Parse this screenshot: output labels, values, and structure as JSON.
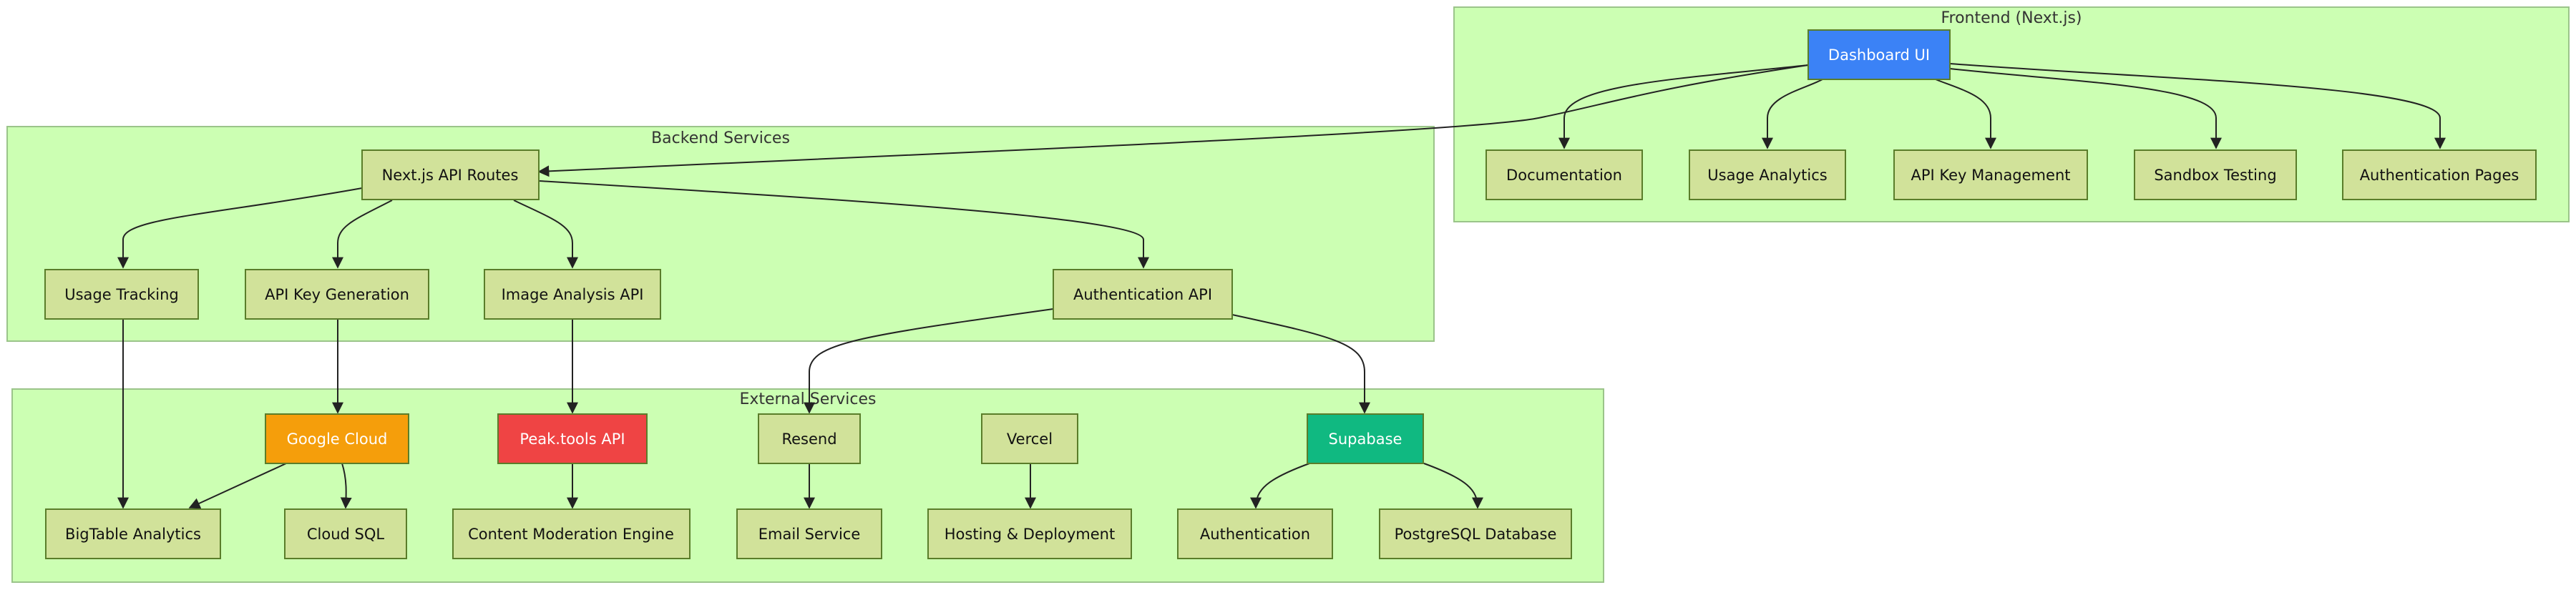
{
  "clusters": {
    "frontend": {
      "title": "Frontend (Next.js)"
    },
    "backend": {
      "title": "Backend Services"
    },
    "external": {
      "title": "External Services"
    }
  },
  "nodes": {
    "dashboard_ui": {
      "label": "Dashboard UI",
      "fill": "#3b82f6",
      "text_color": "#ffffff"
    },
    "documentation": {
      "label": "Documentation"
    },
    "usage_analytics": {
      "label": "Usage Analytics"
    },
    "api_key_management": {
      "label": "API Key Management"
    },
    "sandbox_testing": {
      "label": "Sandbox Testing"
    },
    "authentication_pages": {
      "label": "Authentication Pages"
    },
    "nextjs_api_routes": {
      "label": "Next.js API Routes"
    },
    "usage_tracking": {
      "label": "Usage Tracking"
    },
    "api_key_generation": {
      "label": "API Key Generation"
    },
    "image_analysis_api": {
      "label": "Image Analysis API"
    },
    "authentication_api": {
      "label": "Authentication API"
    },
    "google_cloud": {
      "label": "Google Cloud",
      "fill": "#f59e0b",
      "text_color": "#ffffff"
    },
    "peak_tools_api": {
      "label": "Peak.tools API",
      "fill": "#ef4444",
      "text_color": "#ffffff"
    },
    "resend": {
      "label": "Resend"
    },
    "vercel": {
      "label": "Vercel"
    },
    "supabase": {
      "label": "Supabase",
      "fill": "#10b981",
      "text_color": "#ffffff"
    },
    "bigtable_analytics": {
      "label": "BigTable Analytics"
    },
    "cloud_sql": {
      "label": "Cloud SQL"
    },
    "content_moderation_engine": {
      "label": "Content Moderation Engine"
    },
    "email_service": {
      "label": "Email Service"
    },
    "hosting_deployment": {
      "label": "Hosting & Deployment"
    },
    "authentication": {
      "label": "Authentication"
    },
    "postgresql_database": {
      "label": "PostgreSQL Database"
    }
  },
  "default_node_style": {
    "fill": "#d1e29a",
    "text_color": "#111111"
  },
  "edges": [
    [
      "dashboard_ui",
      "documentation"
    ],
    [
      "dashboard_ui",
      "usage_analytics"
    ],
    [
      "dashboard_ui",
      "api_key_management"
    ],
    [
      "dashboard_ui",
      "sandbox_testing"
    ],
    [
      "dashboard_ui",
      "authentication_pages"
    ],
    [
      "dashboard_ui",
      "nextjs_api_routes"
    ],
    [
      "nextjs_api_routes",
      "usage_tracking"
    ],
    [
      "nextjs_api_routes",
      "api_key_generation"
    ],
    [
      "nextjs_api_routes",
      "image_analysis_api"
    ],
    [
      "nextjs_api_routes",
      "authentication_api"
    ],
    [
      "usage_tracking",
      "bigtable_analytics"
    ],
    [
      "api_key_generation",
      "google_cloud"
    ],
    [
      "image_analysis_api",
      "peak_tools_api"
    ],
    [
      "authentication_api",
      "resend"
    ],
    [
      "authentication_api",
      "supabase"
    ],
    [
      "google_cloud",
      "bigtable_analytics"
    ],
    [
      "google_cloud",
      "cloud_sql"
    ],
    [
      "peak_tools_api",
      "content_moderation_engine"
    ],
    [
      "resend",
      "email_service"
    ],
    [
      "vercel",
      "hosting_deployment"
    ],
    [
      "supabase",
      "authentication"
    ],
    [
      "supabase",
      "postgresql_database"
    ]
  ]
}
